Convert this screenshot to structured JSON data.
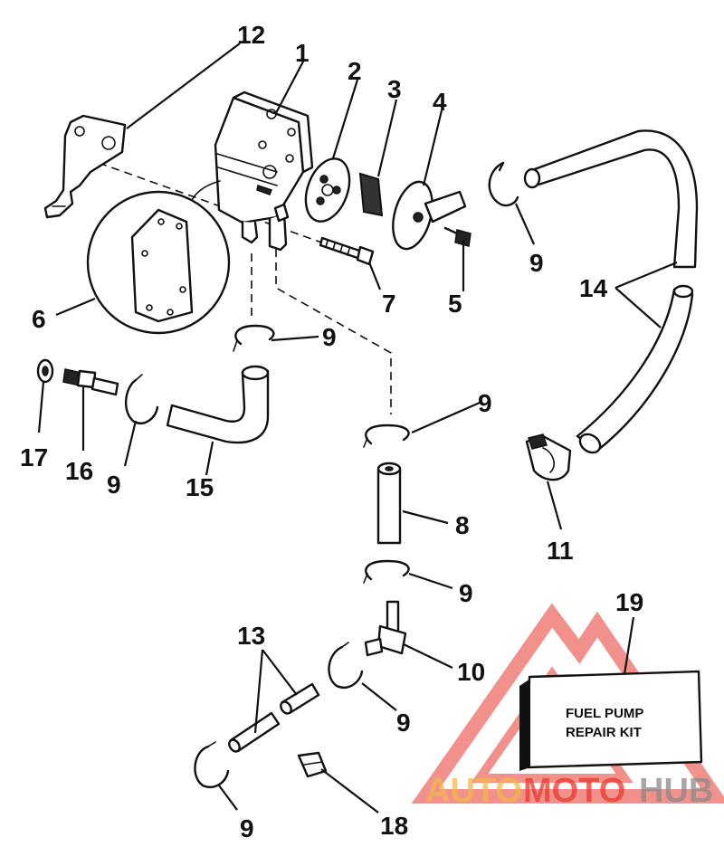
{
  "callouts": {
    "n1": "1",
    "n2": "2",
    "n3": "3",
    "n4": "4",
    "n5": "5",
    "n6": "6",
    "n7": "7",
    "n8": "8",
    "n9": "9",
    "n10": "10",
    "n11": "11",
    "n12": "12",
    "n13": "13",
    "n14": "14",
    "n15": "15",
    "n16": "16",
    "n17": "17",
    "n18": "18",
    "n19": "19"
  },
  "kit": {
    "line1": "FUEL PUMP",
    "line2": "REPAIR KIT"
  },
  "watermark": {
    "part1": "AUTO",
    "part2": "MOTO",
    "part3": "HUB"
  },
  "colors": {
    "watermark_red": "#e8392f",
    "watermark_orange": "#f2b74a",
    "watermark_gray": "#8a8a8a"
  }
}
